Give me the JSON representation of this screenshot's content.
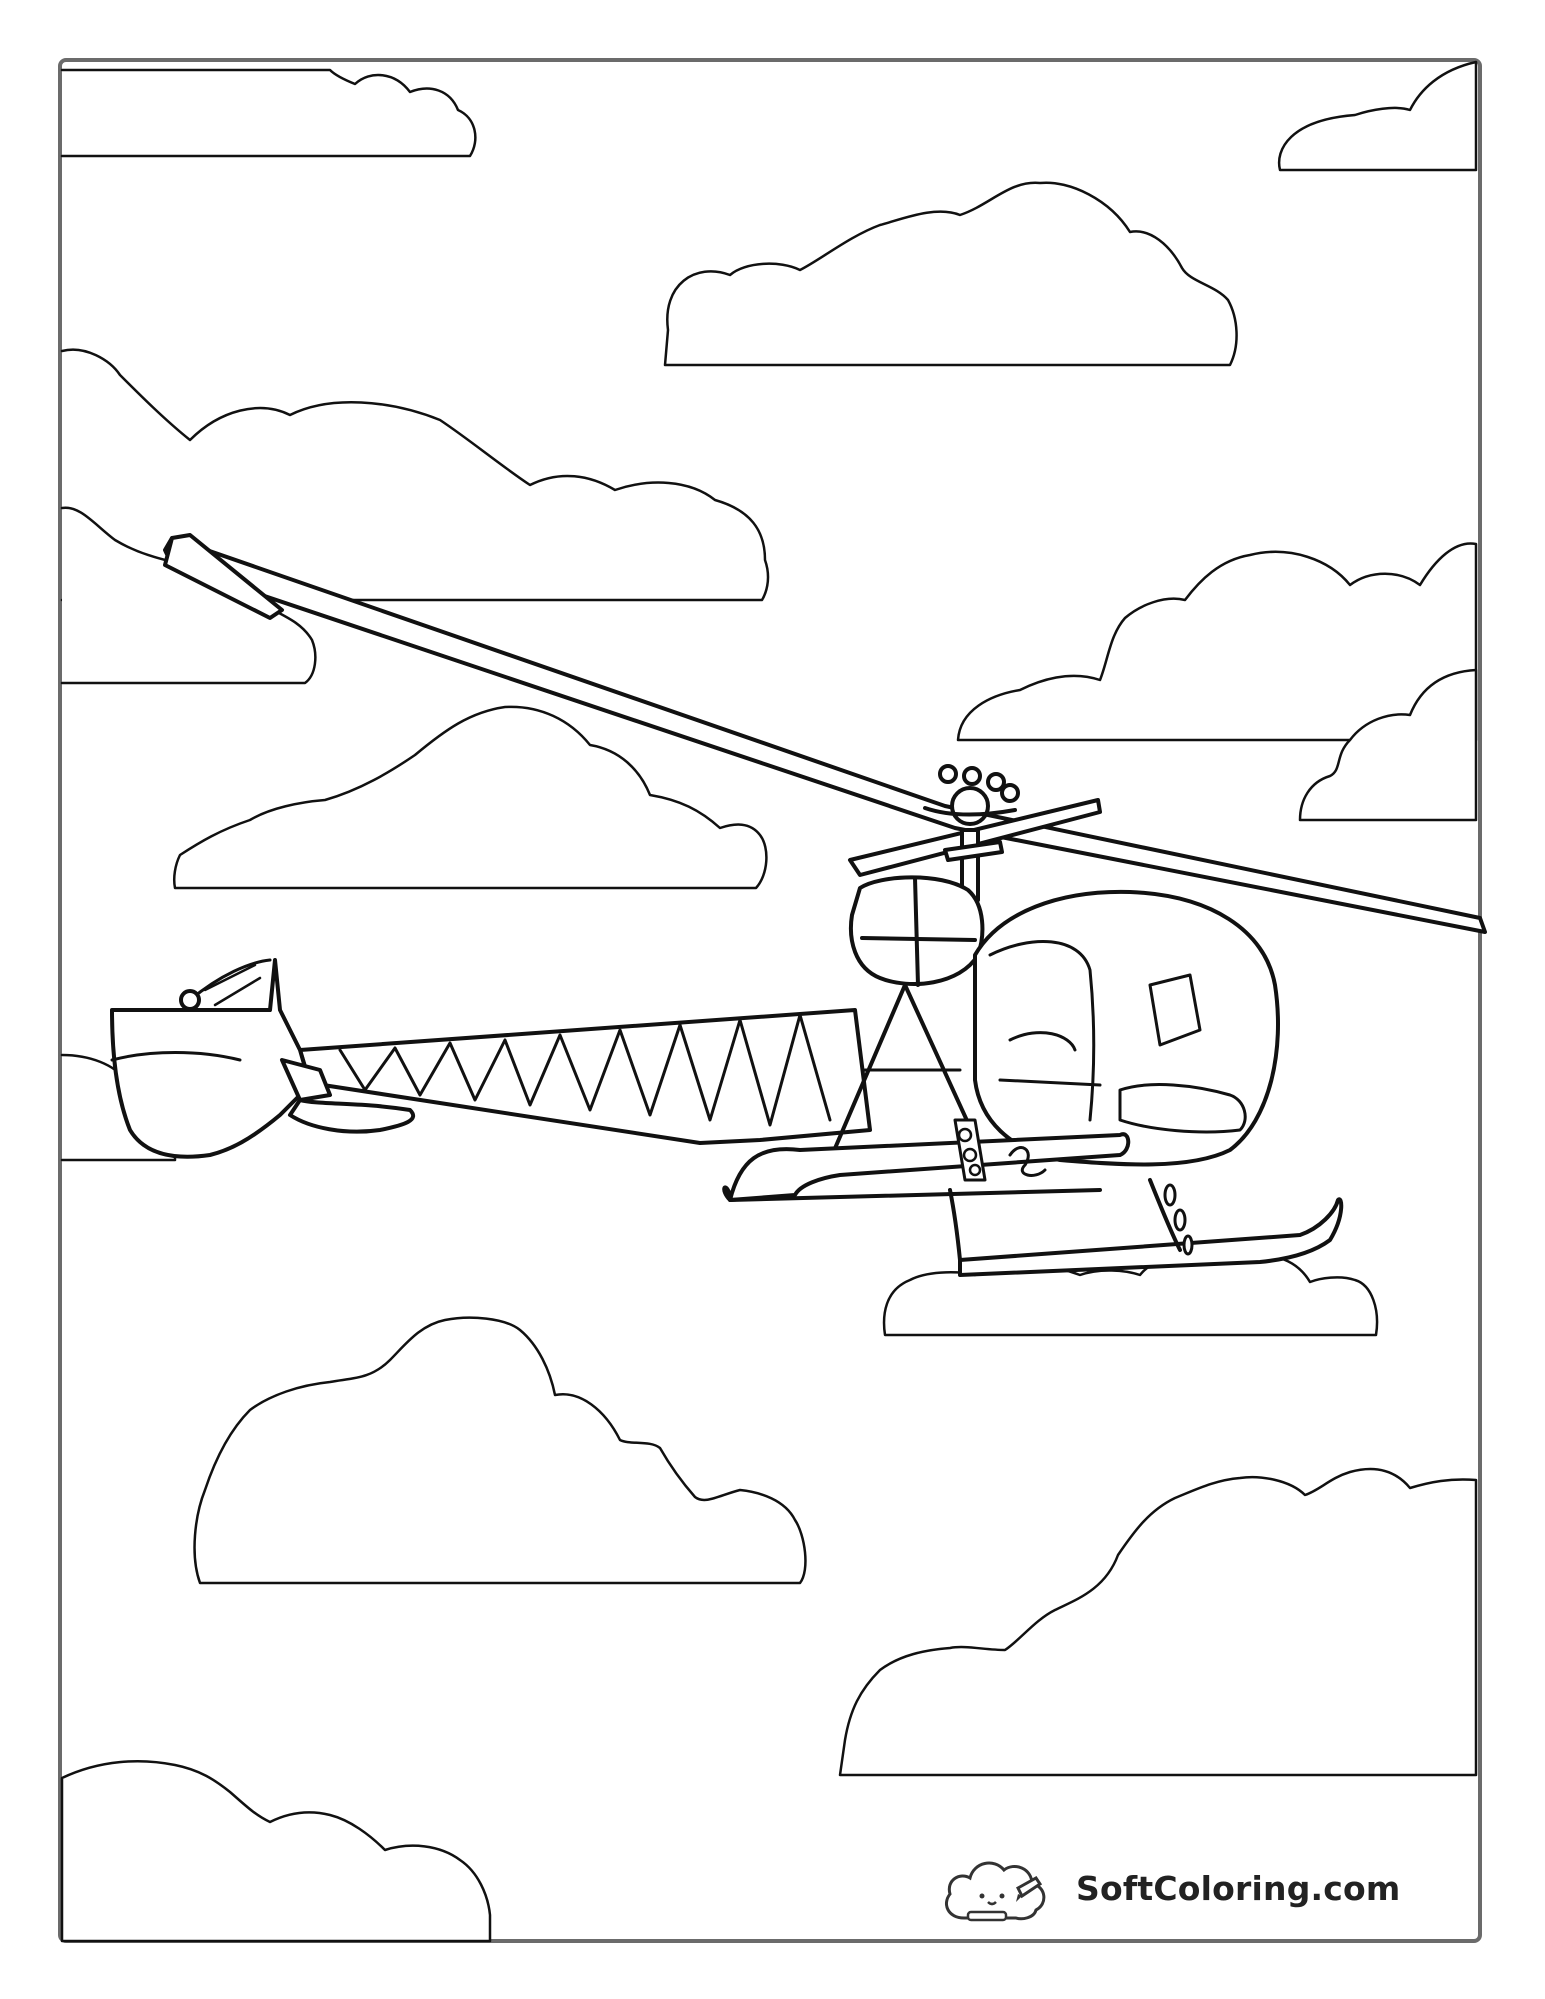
{
  "page": {
    "type": "coloring-page",
    "subject_icon": "helicopter-illustration",
    "background_color": "#ffffff",
    "line_color": "#111111",
    "frame_color": "#6b6b6b"
  },
  "branding": {
    "site_name": "SoftColoring.com",
    "logo_icon": "cloud-pencil-logo-icon"
  }
}
